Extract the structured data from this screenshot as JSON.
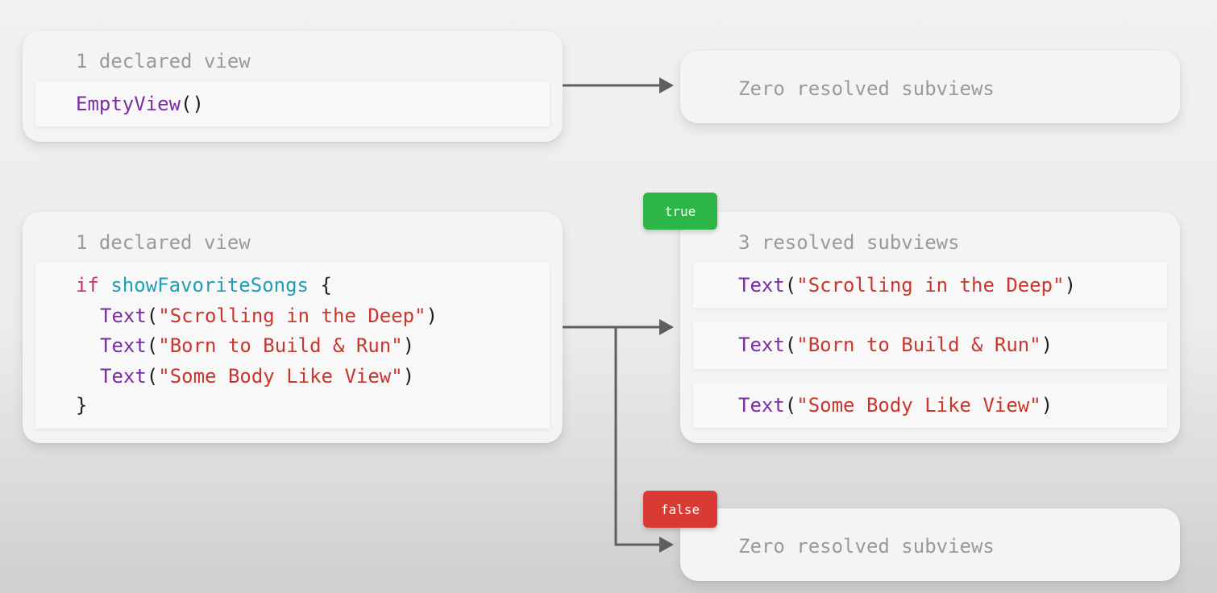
{
  "top_left": {
    "header": "1 declared view",
    "code": {
      "type": "EmptyView",
      "punct": "()"
    }
  },
  "top_right": {
    "label": "Zero resolved subviews"
  },
  "bottom_left": {
    "header": "1 declared view",
    "if_keyword": "if",
    "condition": "showFavoriteSongs",
    "open_brace": "{",
    "close_brace": "}",
    "lines": [
      {
        "type": "Text",
        "open": "(",
        "string": "\"Scrolling in the Deep\"",
        "close": ")"
      },
      {
        "type": "Text",
        "open": "(",
        "string": "\"Born to Build & Run\"",
        "close": ")"
      },
      {
        "type": "Text",
        "open": "(",
        "string": "\"Some Body Like View\"",
        "close": ")"
      }
    ]
  },
  "true_branch": {
    "badge": "true",
    "header": "3 resolved subviews",
    "rows": [
      {
        "type": "Text",
        "open": "(",
        "string": "\"Scrolling in the Deep\"",
        "close": ")"
      },
      {
        "type": "Text",
        "open": "(",
        "string": "\"Born to Build & Run\"",
        "close": ")"
      },
      {
        "type": "Text",
        "open": "(",
        "string": "\"Some Body Like View\"",
        "close": ")"
      }
    ]
  },
  "false_branch": {
    "badge": "false",
    "label": "Zero resolved subviews"
  },
  "colors": {
    "keyword": "#c4375a",
    "type": "#7a2ca2",
    "variable": "#1f9fb5",
    "string": "#c8372d",
    "true_badge": "#2db548",
    "false_badge": "#d93a33",
    "connector": "#5f5f62"
  }
}
